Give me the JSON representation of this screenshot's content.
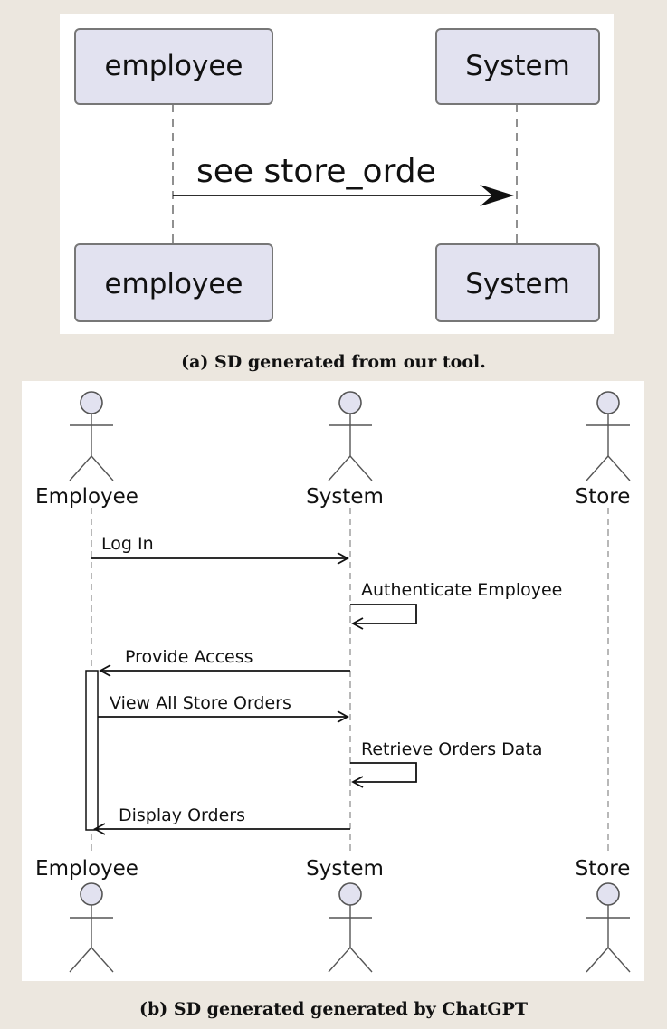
{
  "figure_a": {
    "participants": [
      {
        "name": "employee"
      },
      {
        "name": "System"
      }
    ],
    "message": {
      "label": "see store_orde",
      "from": "employee",
      "to": "System"
    },
    "caption": "(a) SD generated from our tool."
  },
  "figure_b": {
    "actors": [
      {
        "name": "Employee"
      },
      {
        "name": "System"
      },
      {
        "name": "Store"
      }
    ],
    "messages": [
      {
        "label": "Log In",
        "from": "Employee",
        "to": "System"
      },
      {
        "label": "Authenticate Employee",
        "from": "System",
        "to": "System"
      },
      {
        "label": "Provide Access",
        "from": "System",
        "to": "Employee"
      },
      {
        "label": "View All Store Orders",
        "from": "Employee",
        "to": "System"
      },
      {
        "label": "Retrieve Orders Data",
        "from": "System",
        "to": "System"
      },
      {
        "label": "Display Orders",
        "from": "System",
        "to": "Employee"
      }
    ],
    "caption": "(b) SD generated generated by ChatGPT"
  },
  "colors": {
    "page_background": "#ece7df",
    "participant_fill": "#e2e2f0",
    "participant_stroke": "#777777"
  }
}
